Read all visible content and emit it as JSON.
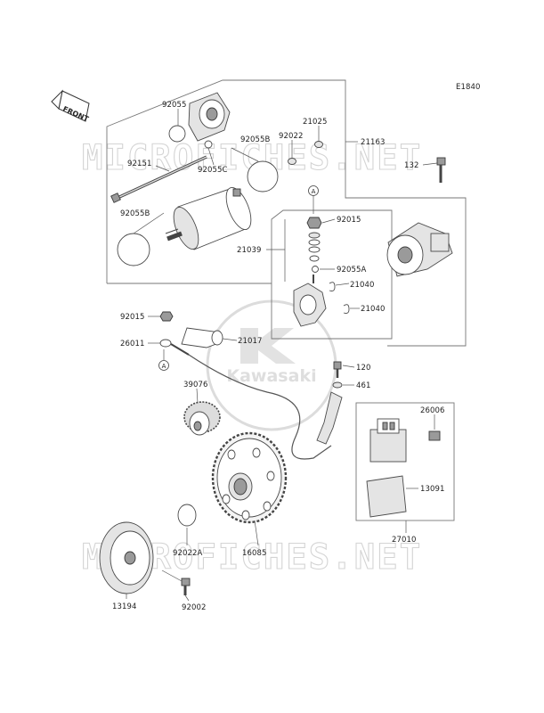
{
  "diagram_code": "E1840",
  "front_indicator": "FRONT",
  "brand_logo": "Kawasaki",
  "watermark": "MICROFICHES.NET",
  "ref_marks": {
    "a1": "A",
    "a2": "A"
  },
  "parts": {
    "p92055": "92055",
    "p92055b_top": "92055B",
    "p92022": "92022",
    "p21025": "21025",
    "p21163": "21163",
    "p92151": "92151",
    "p92055c": "92055C",
    "p132": "132",
    "p92055b_left": "92055B",
    "p92015_top": "92015",
    "p21039": "21039",
    "p92055a": "92055A",
    "p21040_a": "21040",
    "p21040_b": "21040",
    "p92015_mid": "92015",
    "p21017": "21017",
    "p26011": "26011",
    "p120": "120",
    "p461": "461",
    "p39076": "39076",
    "p26006": "26006",
    "p13091": "13091",
    "p27010": "27010",
    "p16085": "16085",
    "p92022a": "92022A",
    "p13194": "13194",
    "p92002": "92002"
  }
}
